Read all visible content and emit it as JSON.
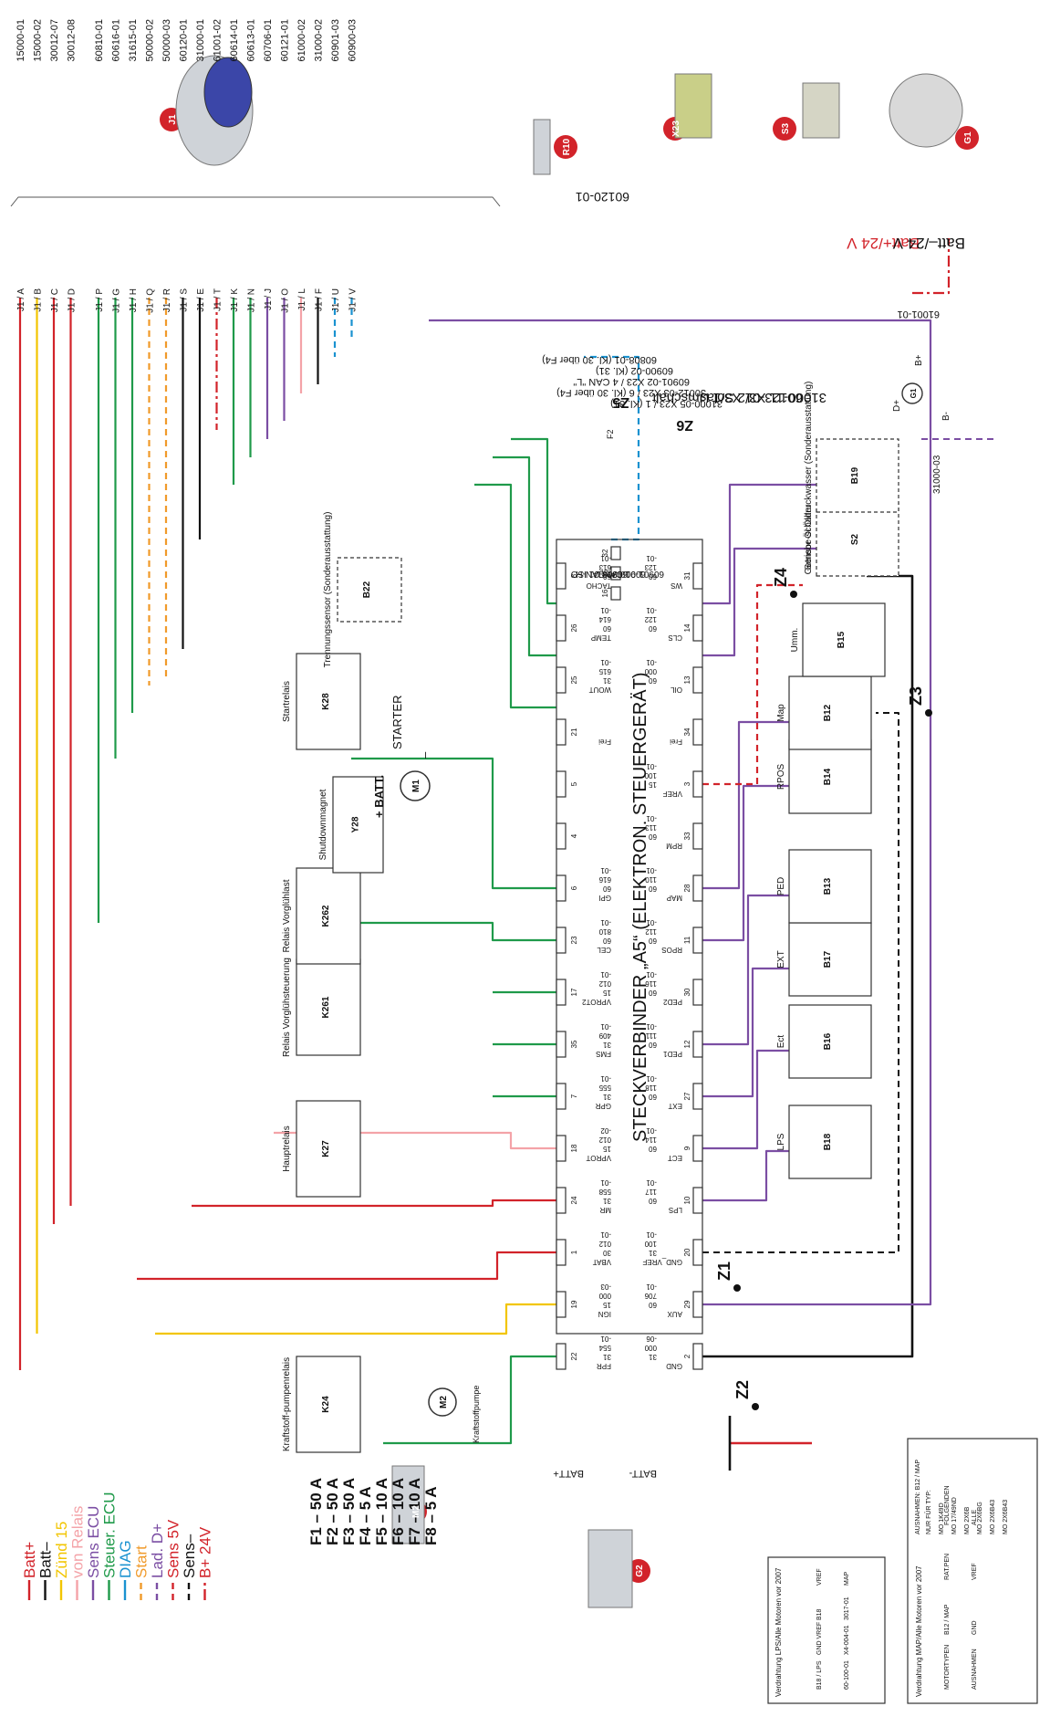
{
  "legend": [
    {
      "label": "Batt+",
      "color": "#d2232a",
      "style": "solid"
    },
    {
      "label": "Batt–",
      "color": "#111111",
      "style": "solid"
    },
    {
      "label": "Zünd 15",
      "color": "#f2c500",
      "style": "solid"
    },
    {
      "label": "von Relais",
      "color": "#f4a3a8",
      "style": "solid"
    },
    {
      "label": "Sens ECU",
      "color": "#7b4ea3",
      "style": "solid"
    },
    {
      "label": "Steuer. ECU",
      "color": "#1f9a4a",
      "style": "solid"
    },
    {
      "label": "DIAG",
      "color": "#1a92d0",
      "style": "solid"
    },
    {
      "label": "Start",
      "color": "#f09a2a",
      "style": "dashed"
    },
    {
      "label": "Lad. D+",
      "color": "#7b4ea3",
      "style": "dashed"
    },
    {
      "label": "Sens 5V",
      "color": "#d2232a",
      "style": "dashed"
    },
    {
      "label": "Sens–",
      "color": "#111111",
      "style": "dashed"
    },
    {
      "label": "B+ 24V",
      "color": "#d2232a",
      "style": "dashdot"
    }
  ],
  "fuses": [
    "F1 – 50 A",
    "F2 – 50 A",
    "F3 – 50 A",
    "F4 – 5 A",
    "F5 – 10 A",
    "F6 – 10 A",
    "F7 – 10 A",
    "F8 – 5 A"
  ],
  "connector_title": "STECKVERBINDER „A5“ (ELEKTRON. STEUERGERÄT)",
  "j1_wires": [
    {
      "code": "15000-01",
      "pin": "J1 / A",
      "color": "#d2232a"
    },
    {
      "code": "15000-02",
      "pin": "J1 / B",
      "color": "#f2c500"
    },
    {
      "code": "30012-07",
      "pin": "J1 / C",
      "color": "#d2232a"
    },
    {
      "code": "30012-08",
      "pin": "J1 / D",
      "color": "#d2232a"
    },
    {
      "code": "60810-01",
      "pin": "J1 / P",
      "color": "#1f9a4a"
    },
    {
      "code": "60616-01",
      "pin": "J1 / G",
      "color": "#1f9a4a"
    },
    {
      "code": "31615-01",
      "pin": "J1 / H",
      "color": "#1f9a4a"
    },
    {
      "code": "50000-02",
      "pin": "J1 / Q",
      "color": "#f09a2a"
    },
    {
      "code": "50000-03",
      "pin": "J1 / R",
      "color": "#f09a2a"
    },
    {
      "code": "60120-01",
      "pin": "J1 / S",
      "color": "#111111"
    },
    {
      "code": "31000-01",
      "pin": "J1 / E",
      "color": "#111111"
    },
    {
      "code": "61001-02",
      "pin": "J1 / T",
      "color": "#d2232a"
    },
    {
      "code": "60614-01",
      "pin": "J1 / K",
      "color": "#1f9a4a"
    },
    {
      "code": "60613-01",
      "pin": "J1 / N",
      "color": "#1f9a4a"
    },
    {
      "code": "60706-01",
      "pin": "J1 / J",
      "color": "#7b4ea3"
    },
    {
      "code": "60121-01",
      "pin": "J1 / O",
      "color": "#7b4ea3"
    },
    {
      "code": "61000-02",
      "pin": "J1 / L",
      "color": "#f4a3a8"
    },
    {
      "code": "31000-02",
      "pin": "J1 / F",
      "color": "#111111"
    },
    {
      "code": "60901-03",
      "pin": "J1 / U",
      "color": "#1a92d0"
    },
    {
      "code": "60900-03",
      "pin": "J1 / V",
      "color": "#1a92d0"
    }
  ],
  "top_labels": {
    "r10_code": "60120-01",
    "x23_lines": [
      "60808-01 (Kl. 30 über F4)",
      "60900-02 (Kl. 31)",
      "60901-02 X23 / 4 CAN \"L\"",
      "30012-03 X23 / 6 (Kl. 30 über F4)",
      "31000-05 X23 / 1 (Kl. 31)"
    ],
    "s3_lines": [
      "60123-01 X3/1 Umschalt",
      "31000-11 X3/2 Solas"
    ],
    "g1_code": "61001-01",
    "batt_plus": "Batt+/24 V",
    "batt_minus": "Batt–/24 V",
    "g1_b_plus": "B+",
    "g1_b_minus": "B-",
    "g1_d_plus": "D+",
    "z5": "Z5",
    "z6": "Z6",
    "fuse_f2": "F2"
  },
  "callouts": [
    "J1",
    "R10",
    "X23",
    "S3",
    "G1",
    "M2",
    "G2"
  ],
  "can_lines": [
    "60808-01 ISO",
    "60900-01 CAN-H",
    "60901-01 CAN-L"
  ],
  "can_pins": [
    "32",
    "15",
    "16"
  ],
  "ecu_pins": [
    {
      "pin": "22",
      "name": "FPR",
      "l1": "31",
      "l2": "554",
      "l3": "-01"
    },
    {
      "pin": "19",
      "name": "IGN",
      "l1": "15",
      "l2": "000",
      "l3": "-03"
    },
    {
      "pin": "1",
      "name": "VBAT",
      "l1": "30",
      "l2": "012",
      "l3": "-01"
    },
    {
      "pin": "24",
      "name": "MR",
      "l1": "31",
      "l2": "558",
      "l3": "-01"
    },
    {
      "pin": "18",
      "name": "VPROT",
      "l1": "15",
      "l2": "012",
      "l3": "-02"
    },
    {
      "pin": "7",
      "name": "GPR",
      "l1": "31",
      "l2": "555",
      "l3": "-01"
    },
    {
      "pin": "35",
      "name": "FMS",
      "l1": "31",
      "l2": "409",
      "l3": "-01"
    },
    {
      "pin": "17",
      "name": "VPROT2",
      "l1": "15",
      "l2": "012",
      "l3": "-01"
    },
    {
      "pin": "23",
      "name": "CEL",
      "l1": "60",
      "l2": "810",
      "l3": "-01"
    },
    {
      "pin": "6",
      "name": "GPI",
      "l1": "60",
      "l2": "616",
      "l3": "-01"
    },
    {
      "pin": "4",
      "name": "",
      "l1": "",
      "l2": "",
      "l3": ""
    },
    {
      "pin": "5",
      "name": "",
      "l1": "",
      "l2": "",
      "l3": ""
    },
    {
      "pin": "21",
      "name": "Frei",
      "l1": "",
      "l2": "",
      "l3": ""
    },
    {
      "pin": "25",
      "name": "WOUT",
      "l1": "31",
      "l2": "615",
      "l3": "-01"
    },
    {
      "pin": "26",
      "name": "TEMP",
      "l1": "60",
      "l2": "614",
      "l3": "-01"
    },
    {
      "pin": "8",
      "name": "TACHO",
      "l1": "60",
      "l2": "613",
      "l3": "-01"
    }
  ],
  "ecu_pins_bottom": [
    {
      "pin": "2",
      "name": "GND",
      "l1": "31",
      "l2": "000",
      "l3": "-06"
    },
    {
      "pin": "29",
      "name": "AUX",
      "l1": "60",
      "l2": "706",
      "l3": "-01"
    },
    {
      "pin": "20",
      "name": "GND_VREF",
      "l1": "31",
      "l2": "100",
      "l3": "-01"
    },
    {
      "pin": "10",
      "name": "LPS",
      "l1": "60",
      "l2": "117",
      "l3": "-01"
    },
    {
      "pin": "9",
      "name": "ECT",
      "l1": "60",
      "l2": "114",
      "l3": "-01"
    },
    {
      "pin": "27",
      "name": "EXT",
      "l1": "60",
      "l2": "118",
      "l3": "-01"
    },
    {
      "pin": "12",
      "name": "PED1",
      "l1": "60",
      "l2": "111",
      "l3": "-01"
    },
    {
      "pin": "30",
      "name": "PED2",
      "l1": "60",
      "l2": "116",
      "l3": "-01"
    },
    {
      "pin": "11",
      "name": "RPOS",
      "l1": "60",
      "l2": "112",
      "l3": "-01"
    },
    {
      "pin": "28",
      "name": "MAP",
      "l1": "60",
      "l2": "110",
      "l3": "-01"
    },
    {
      "pin": "33",
      "name": "RPM",
      "l1": "60",
      "l2": "113",
      "l3": "-01"
    },
    {
      "pin": "3",
      "name": "VREF",
      "l1": "15",
      "l2": "100",
      "l3": "-01"
    },
    {
      "pin": "34",
      "name": "Frei",
      "l1": "",
      "l2": "",
      "l3": ""
    },
    {
      "pin": "13",
      "name": "OIL",
      "l1": "60",
      "l2": "000",
      "l3": "-01"
    },
    {
      "pin": "14",
      "name": "CLS",
      "l1": "60",
      "l2": "122",
      "l3": "-01"
    },
    {
      "pin": "31",
      "name": "WS",
      "l1": "60",
      "l2": "123",
      "l3": "-01"
    }
  ],
  "relays": [
    {
      "id": "K24",
      "label": "Kraftstoff-pumpenrelais"
    },
    {
      "id": "K27",
      "label": "Hauptrelais"
    },
    {
      "id": "K261",
      "label": "Relais Vorglühsteuerung"
    },
    {
      "id": "K262",
      "label": "Relais Vorglühlast"
    },
    {
      "id": "Y28",
      "label": "Shutdownmagnet"
    },
    {
      "id": "K28",
      "label": "Startrelais"
    },
    {
      "id": "B22",
      "label": "Trennungssensor (Sonderausstattung)"
    }
  ],
  "sensors": [
    {
      "id": "B18",
      "label": "LPS"
    },
    {
      "id": "B16",
      "label": "Ect"
    },
    {
      "id": "B17",
      "label": "EXT"
    },
    {
      "id": "B13",
      "label": "PED"
    },
    {
      "id": "B14",
      "label": "RPOS"
    },
    {
      "id": "B12",
      "label": "Map"
    },
    {
      "id": "B15",
      "label": "Umm."
    },
    {
      "id": "S2",
      "label": "Getriebe-schalter"
    },
    {
      "id": "B19",
      "label": "Sensor Öl Öldruckwasser (Sonderausstattung)"
    }
  ],
  "starter": {
    "label": "STARTER",
    "batt": "+ BATT.",
    "id": "M1",
    "minus": "–"
  },
  "pump": {
    "id": "M2",
    "label": "Kraftstoffpumpe"
  },
  "nodes": [
    "Z1",
    "Z2",
    "Z3",
    "Z4"
  ],
  "misc": {
    "batt_plus_bottom": "BATT+",
    "batt_minus_bottom": "BATT-",
    "code_31000_03": "31000-03"
  },
  "insets": [
    {
      "title": "Verdrahtung LPS/Alle Motoren vor 2007",
      "labels": [
        "B18 / LPS",
        "GND VREF",
        "B18",
        "VREF",
        "60-100-01",
        "X4-004-01",
        "3017-01",
        "MAP"
      ]
    },
    {
      "title": "Verdrahtung MAP/Alle Motoren vor 2007",
      "labels": [
        "MOTORTYPEN",
        "B12 / MAP",
        "RAT.PEN",
        "FOLGENDEN",
        "AUSNAHMEN",
        "GND",
        "VREF",
        "ALLE"
      ]
    },
    {
      "title": "AUSNAHMEN: B12 / MAP",
      "labels": [
        "NUR FÜR TYP:",
        "MO 1K49D",
        "MO 17/49ND",
        "MO 2X6B",
        "MO 2X6BG",
        "MO 2X6B43",
        "MO 2X6B43"
      ]
    }
  ]
}
